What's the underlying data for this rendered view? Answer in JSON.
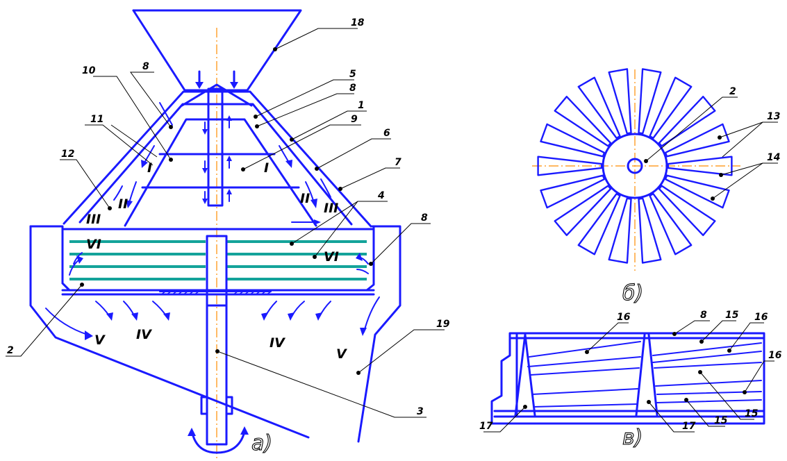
{
  "colors": {
    "outline": "#1a1aff",
    "leader": "#000000",
    "axis": "#ff8c00",
    "plates": "#14a39a",
    "background": "#ffffff"
  },
  "captions": {
    "a": "а)",
    "b": "б)",
    "v": "в)"
  },
  "main_labels": [
    "18",
    "5",
    "8",
    "1",
    "9",
    "6",
    "7",
    "8",
    "10",
    "11",
    "12",
    "4",
    "8",
    "2",
    "19",
    "3"
  ],
  "zones": [
    "I",
    "I",
    "II",
    "II",
    "III",
    "III",
    "VI",
    "VI",
    "IV",
    "IV",
    "V",
    "V"
  ],
  "plan_labels": [
    "2",
    "13",
    "14"
  ],
  "section_labels": [
    "16",
    "8",
    "15",
    "16",
    "16",
    "17",
    "17",
    "15",
    "15"
  ]
}
